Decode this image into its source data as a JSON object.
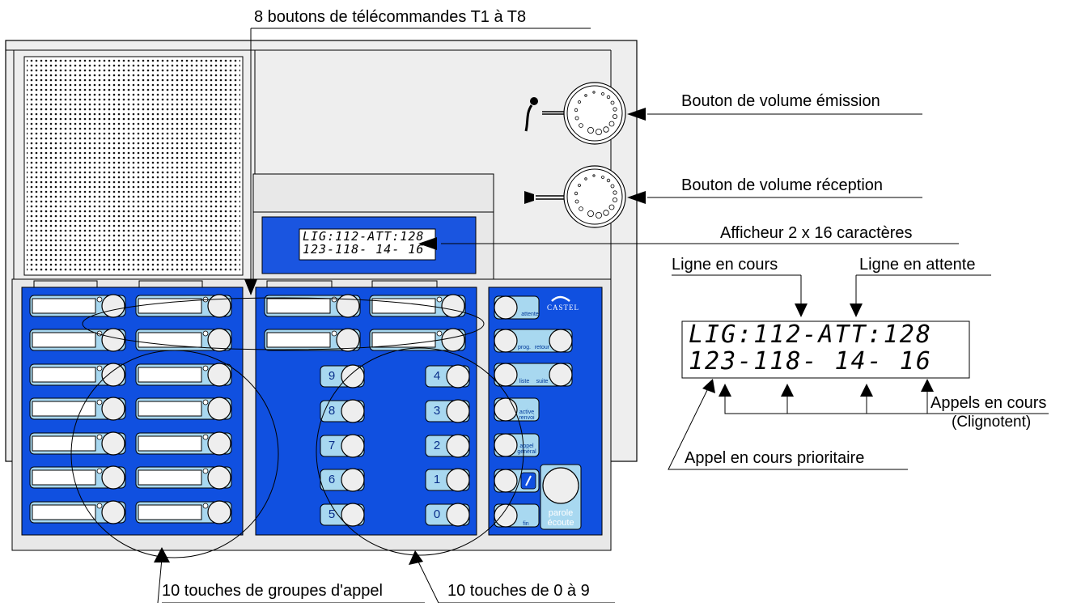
{
  "labels": {
    "top_t_buttons": "8 boutons de télécommandes T1 à T8",
    "volume_emission": "Bouton de volume émission",
    "volume_reception": "Bouton de volume réception",
    "display": "Afficheur 2 x 16 caractères",
    "line_current": "Ligne en cours",
    "line_waiting": "Ligne en attente",
    "calls_in_progress": "Appels en cours",
    "blinking": "(Clignotent)",
    "priority_call": "Appel en cours prioritaire",
    "group_keys": "10 touches de groupes d'appel",
    "digit_keys": "10 touches de 0 à 9"
  },
  "display": {
    "line1": "LIG:112-ATT:128",
    "line2": "123-118- 14- 16"
  },
  "keypad": {
    "digits_left": [
      "9",
      "8",
      "7",
      "6",
      "5"
    ],
    "digits_right": [
      "4",
      "3",
      "2",
      "1",
      "0"
    ]
  },
  "function_keys": {
    "attente": "attente",
    "prog": "prog.",
    "retour": "retour",
    "liste": "liste",
    "suite": "suite",
    "active_renvoi": "active renvoi",
    "appel_general": "appel général",
    "fin": "fin",
    "parole": "parole",
    "ecoute": "écoute",
    "brand": "CASTEL"
  },
  "colors": {
    "panel_blue": "#1050e0",
    "key_light": "#a8d8f0",
    "housing": "#ececec"
  }
}
